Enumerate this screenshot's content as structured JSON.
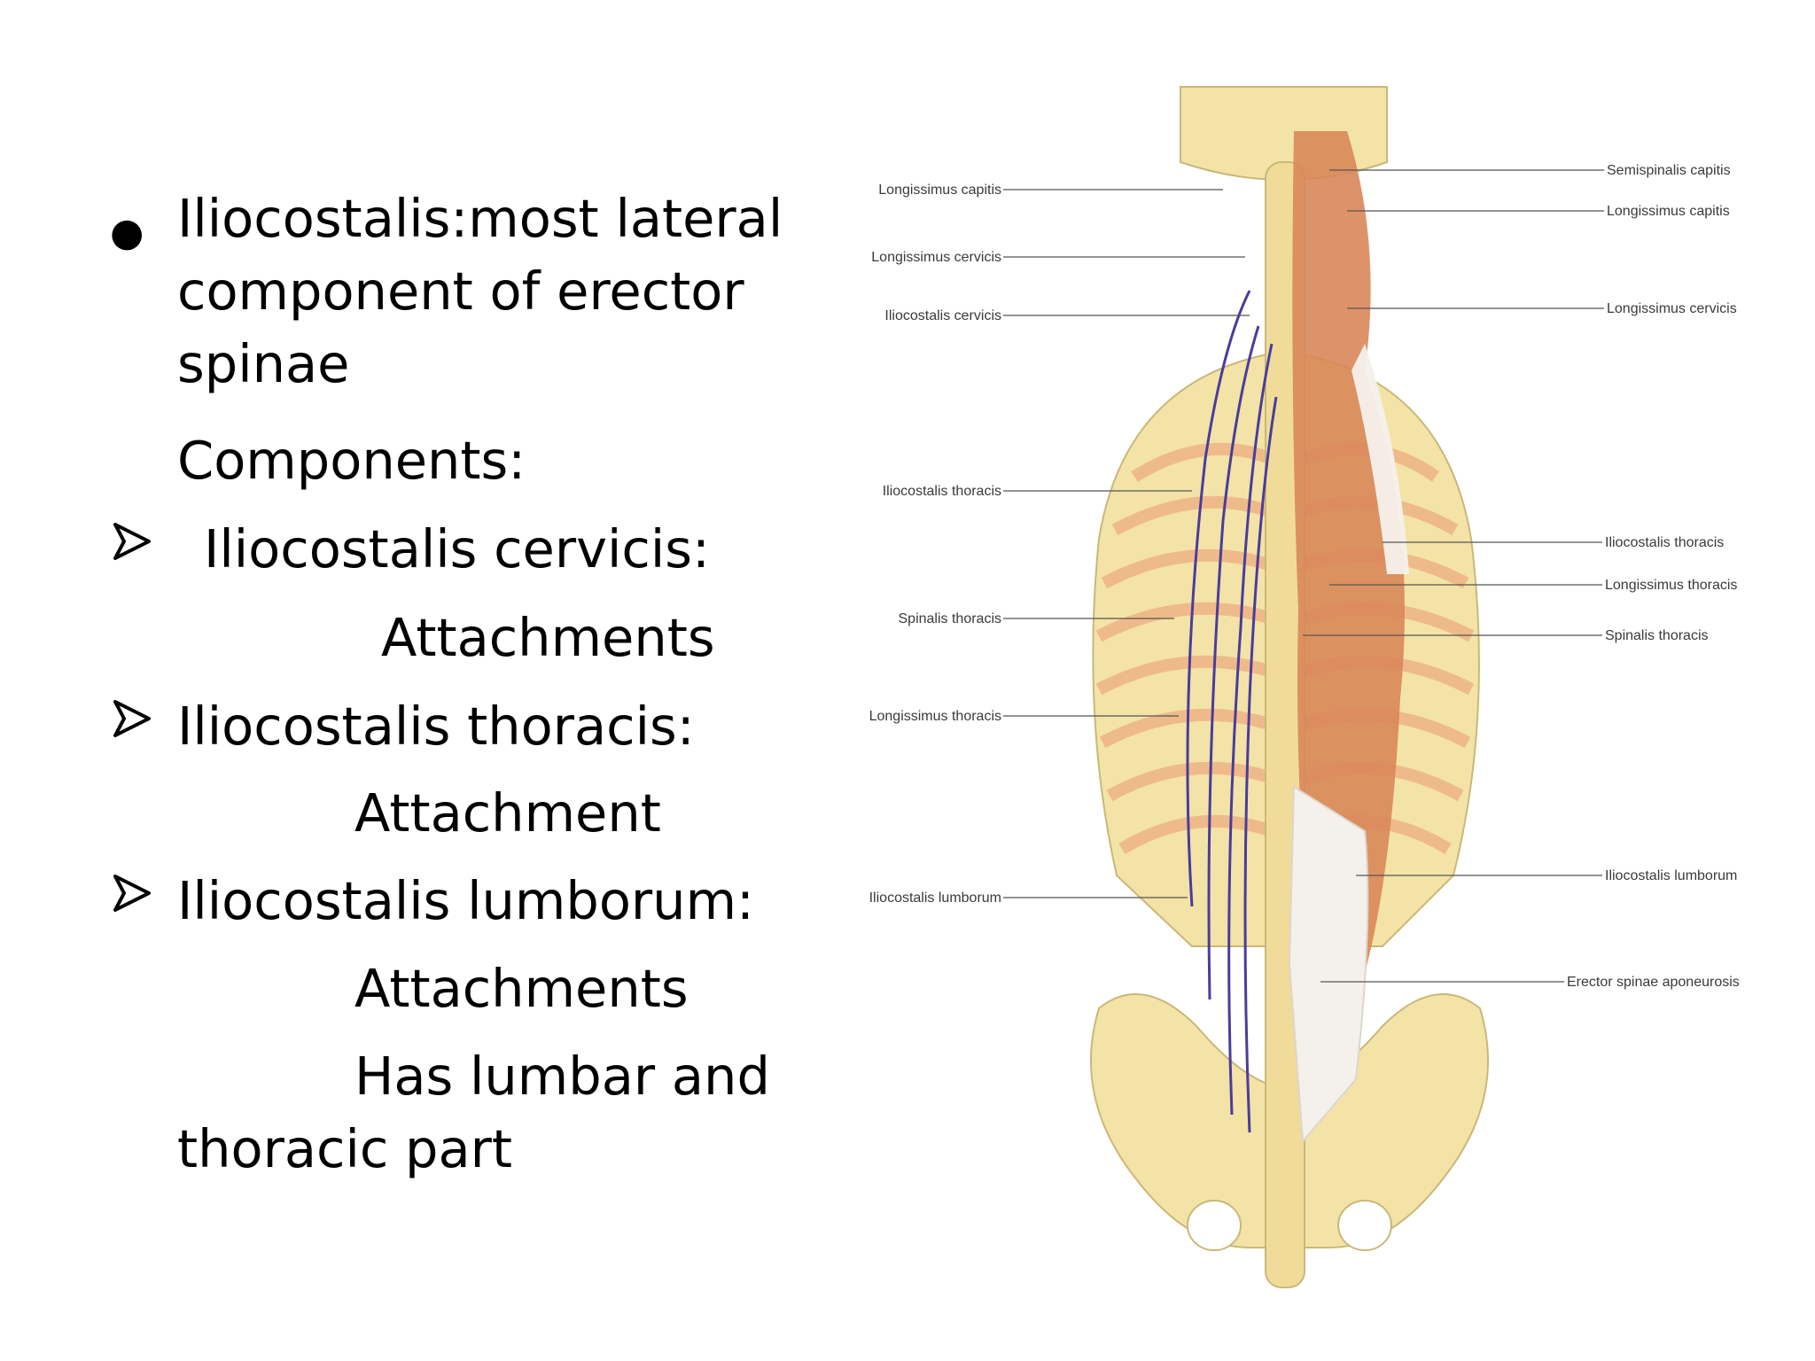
{
  "slide": {
    "title_line1": "Iliocostalis:most lateral",
    "title_line2": "component of erector",
    "title_line3": "spinae",
    "components_label": "Components:",
    "items": [
      {
        "name": "Iliocostalis cervicis:",
        "detail": "Attachments"
      },
      {
        "name": "Iliocostalis  thoracis:",
        "detail": "Attachment"
      },
      {
        "name": "Iliocostalis lumborum:",
        "detail": "Attachments"
      }
    ],
    "extra_line1": "Has lumbar and",
    "extra_line2": "thoracic part"
  },
  "figure": {
    "labels_left": [
      "Longissimus capitis",
      "Longissimus cervicis",
      "Iliocostalis cervicis",
      "Iliocostalis thoracis",
      "Spinalis thoracis",
      "Longissimus thoracis",
      "Iliocostalis lumborum"
    ],
    "labels_right": [
      "Semispinalis capitis",
      "Longissimus capitis",
      "Longissimus cervicis",
      "Iliocostalis thoracis",
      "Longissimus thoracis",
      "Spinalis thoracis",
      "Iliocostalis lumborum",
      "Erector spinae aponeurosis"
    ],
    "colors": {
      "bone": "#f3e3a6",
      "muscle": "#d9875a",
      "rib_stripe": "#efb486",
      "nerve": "#4a3c9c",
      "tendon": "#f4f1ec"
    }
  }
}
